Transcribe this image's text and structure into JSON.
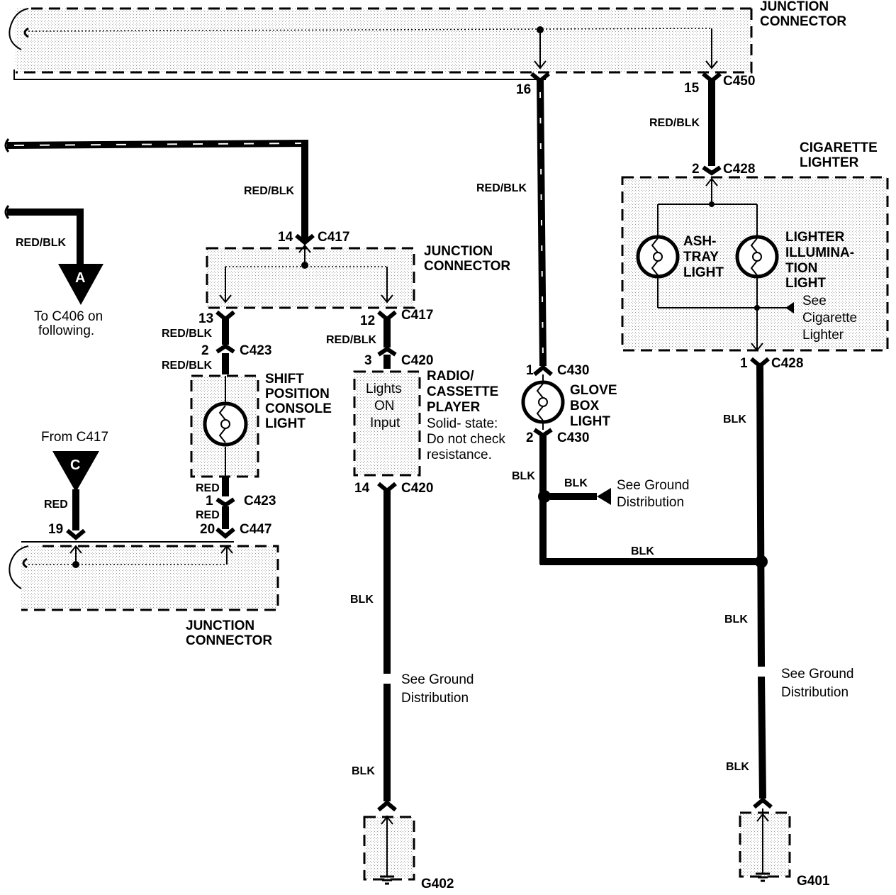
{
  "junction_connectors": {
    "top": [
      "JUNCTION",
      "CONNECTOR"
    ],
    "middle": [
      "JUNCTION",
      "CONNECTOR"
    ],
    "bottom": [
      "JUNCTION",
      "CONNECTOR"
    ]
  },
  "connectors": {
    "c450": "C450",
    "c450_pin_16": "16",
    "c450_pin_15": "15",
    "c428_top": "C428",
    "c428_pin_2": "2",
    "c428_bottom": "C428",
    "c428_pin_1": "1",
    "c417_top": "C417",
    "c417_pin_14": "14",
    "c417_pin_13": "13",
    "c417_pin_12": "12",
    "c417_right": "C417",
    "c423_top": "C423",
    "c423_pin_2": "2",
    "c423_bottom": "C423",
    "c423_pin_1": "1",
    "c447": "C447",
    "c447_pin_20": "20",
    "c447_pin_19": "19",
    "c420_top": "C420",
    "c420_pin_3": "3",
    "c420_bottom": "C420",
    "c420_pin_14": "14",
    "c430_top": "C430",
    "c430_pin_1": "1",
    "c430_bottom": "C430",
    "c430_pin_2": "2"
  },
  "wire_colors": {
    "red_blk": "RED/BLK",
    "blk": "BLK",
    "red": "RED"
  },
  "components": {
    "cigarette_lighter": [
      "CIGARETTE",
      "LIGHTER"
    ],
    "ashtray_light": [
      "ASH-",
      "TRAY",
      "LIGHT"
    ],
    "lighter_illumination": [
      "LIGHTER",
      "ILLUMINA-",
      "TION",
      "LIGHT"
    ],
    "see_cigarette_lighter": [
      "See",
      "Cigarette",
      "Lighter"
    ],
    "shift_position": [
      "SHIFT",
      "POSITION",
      "CONSOLE",
      "LIGHT"
    ],
    "radio_title": [
      "RADIO/",
      "CASSETTE",
      "PLAYER"
    ],
    "radio_note": [
      "Solid- state:",
      "Do not check",
      "resistance."
    ],
    "radio_input": [
      "Lights",
      "ON",
      "Input"
    ],
    "glove_box": [
      "GLOVE",
      "BOX",
      "LIGHT"
    ]
  },
  "references": {
    "a_letter": "A",
    "a_text": [
      "To C406 on",
      "following."
    ],
    "c_letter": "C",
    "c_text": "From C417",
    "ground_dist_1": [
      "See Ground",
      "Distribution"
    ],
    "ground_dist_2": [
      "See Ground",
      "Distribution"
    ],
    "ground_dist_3": [
      "See Ground",
      "Distribution"
    ]
  },
  "grounds": {
    "g402": "G402",
    "g401": "G401"
  }
}
